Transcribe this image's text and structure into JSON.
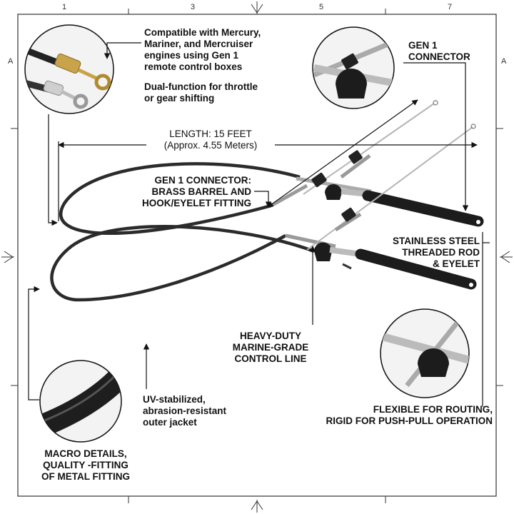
{
  "ruler": {
    "top": [
      "1",
      "3",
      "5",
      "7"
    ],
    "left": [
      "A"
    ],
    "right": [
      "A"
    ]
  },
  "colors": {
    "cable": "#2b2b2b",
    "steel": "#b8b8b8",
    "brass": "#c9a34a",
    "tube": "#1c1c1c",
    "line": "#111111"
  },
  "callouts": {
    "compatible": [
      "Compatible with Mercury,",
      "Mariner, and Mercruiser",
      "engines using Gen 1",
      "remote control boxes"
    ],
    "dual": [
      "Dual-function for throttle",
      "or gear shifting"
    ],
    "gen1_top": [
      "GEN 1",
      "CONNECTOR"
    ],
    "length": [
      "LENGTH: 15 FEET",
      "(Approx. 4.55 Meters)"
    ],
    "gen1_fitting": [
      "GEN 1 CONNECTOR:",
      "BRASS BARREL AND",
      "HOOK/EYELET FITTING"
    ],
    "stainless": [
      "STAINLESS STEEL",
      "THREADED ROD",
      "& EYELET"
    ],
    "heavy_duty": [
      "HEAVY-DUTY",
      "MARINE-GRADE",
      "CONTROL LINE"
    ],
    "uv": [
      "UV-stabilized,",
      "abrasion-resistant",
      "outer jacket"
    ],
    "flexible": [
      "FLEXIBLE FOR ROUTING,",
      "RIGID FOR PUSH-PULL OPERATION"
    ],
    "macro": [
      "MACRO DETAILS,",
      "QUALITY -FITTING",
      "OF METAL FITTING"
    ]
  }
}
